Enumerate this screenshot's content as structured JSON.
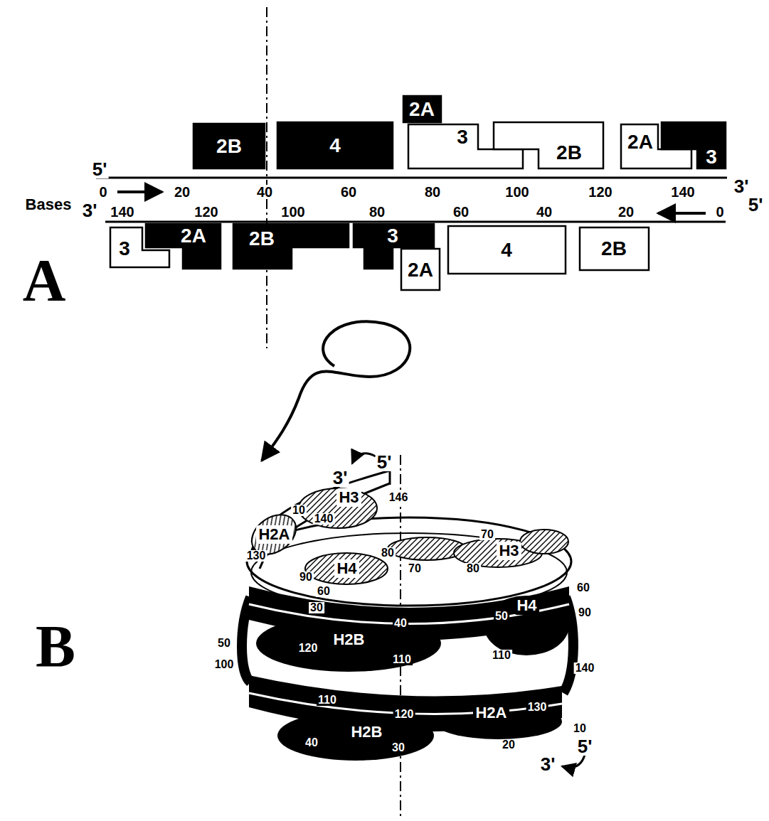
{
  "diagram": {
    "nodes": [
      {
        "text": [
          "2B"
        ]
      },
      {
        "text": [
          "4"
        ]
      },
      {
        "text": [
          "2A"
        ]
      },
      {
        "text": [
          "3"
        ]
      },
      {
        "text": [
          "2B"
        ]
      },
      {
        "text": [
          "2A"
        ]
      },
      {
        "text": [
          "3"
        ]
      },
      {
        "text": [
          "3"
        ]
      },
      {
        "text": [
          "2A"
        ]
      },
      {
        "text": [
          "2B"
        ]
      },
      {
        "text": [
          "3"
        ]
      },
      {
        "text": [
          "2A"
        ]
      },
      {
        "text": [
          "4"
        ]
      },
      {
        "text": [
          "2B"
        ]
      },
      {
        "text": [
          "H2A"
        ]
      },
      {
        "text": [
          "H3"
        ]
      },
      {
        "text": [
          "H3"
        ]
      },
      {
        "text": [
          "H4"
        ]
      },
      {
        "text": [
          "H4"
        ]
      },
      {
        "text": [
          "H2B"
        ]
      },
      {
        "text": [
          "H2A"
        ]
      },
      {
        "text": [
          "H2B"
        ]
      }
    ],
    "labels": [
      "A",
      "B",
      "5'",
      "3'",
      "Bases",
      "3'",
      "5'",
      "0",
      "20",
      "40",
      "60",
      "80",
      "100",
      "120",
      "140",
      "140",
      "120",
      "100",
      "80",
      "60",
      "40",
      "20",
      "0",
      "5'",
      "3'",
      "10",
      "146",
      "140",
      "130",
      "80",
      "70",
      "70",
      "80",
      "90",
      "60",
      "30",
      "40",
      "50",
      "60",
      "90",
      "50",
      "100",
      "120",
      "110",
      "110",
      "140",
      "110",
      "120",
      "130",
      "40",
      "30",
      "20",
      "10",
      "5'",
      "3'"
    ]
  }
}
